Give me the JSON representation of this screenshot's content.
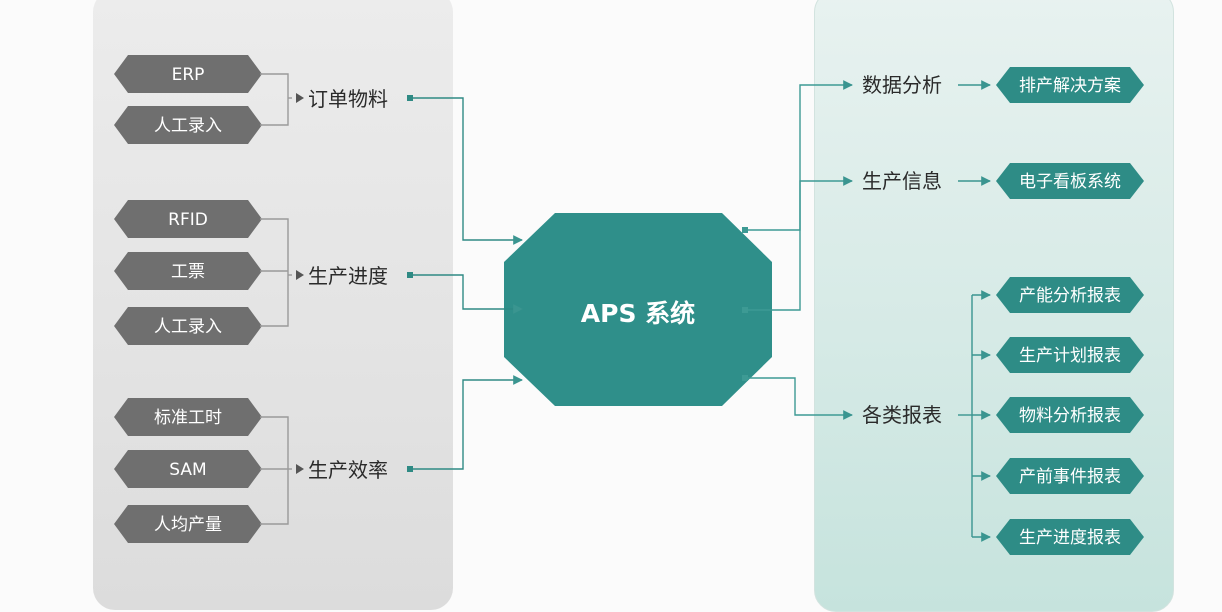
{
  "colors": {
    "source_hex": "#6f6f6f",
    "output_hex": "#2e8c86",
    "core": "#2f8f8a",
    "connector_left": "#2f8a84",
    "connector_right": "#3d9a94",
    "label_text": "#2a2a2a"
  },
  "core": {
    "label": "APS 系统"
  },
  "inputs": [
    {
      "label": "订单物料",
      "sources": [
        "ERP",
        "人工录入"
      ]
    },
    {
      "label": "生产进度",
      "sources": [
        "RFID",
        "工票",
        "人工录入"
      ]
    },
    {
      "label": "生产效率",
      "sources": [
        "标准工时",
        "SAM",
        "人均产量"
      ]
    }
  ],
  "outputs": [
    {
      "label": "数据分析",
      "targets": [
        "排产解决方案"
      ]
    },
    {
      "label": "生产信息",
      "targets": [
        "电子看板系统"
      ]
    },
    {
      "label": "各类报表",
      "targets": [
        "产能分析报表",
        "生产计划报表",
        "物料分析报表",
        "产前事件报表",
        "生产进度报表"
      ]
    }
  ]
}
